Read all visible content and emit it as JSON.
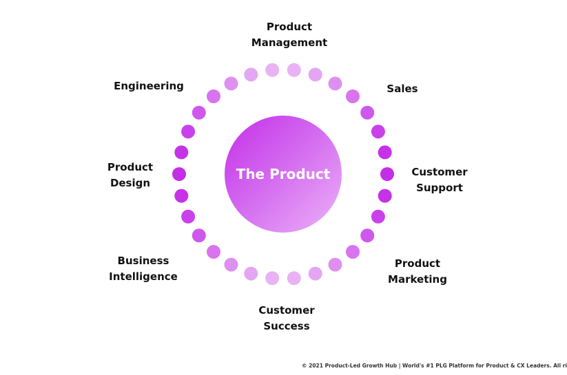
{
  "diagram": {
    "center": {
      "label": "The Product"
    },
    "colors": {
      "dot_strong": "#c42ee8",
      "dot_light": "#e8b4f4",
      "center_from": "#c42ee8",
      "center_to": "#ecb2f8",
      "text": "#111111"
    },
    "dots": {
      "count": 30
    },
    "labels": [
      {
        "id": "product-management",
        "lines": [
          "Product",
          "Management"
        ]
      },
      {
        "id": "sales",
        "lines": [
          "Sales"
        ]
      },
      {
        "id": "customer-support",
        "lines": [
          "Customer",
          "Support"
        ]
      },
      {
        "id": "product-marketing",
        "lines": [
          "Product",
          "Marketing"
        ]
      },
      {
        "id": "customer-success",
        "lines": [
          "Customer",
          "Success"
        ]
      },
      {
        "id": "business-intelligence",
        "lines": [
          "Business",
          "Intelligence"
        ]
      },
      {
        "id": "product-design",
        "lines": [
          "Product",
          "Design"
        ]
      },
      {
        "id": "engineering",
        "lines": [
          "Engineering"
        ]
      }
    ]
  },
  "footer": {
    "text": "© 2021 Product-Led Growth Hub | World's #1 PLG Platform for Product & CX Leaders. All ri"
  }
}
